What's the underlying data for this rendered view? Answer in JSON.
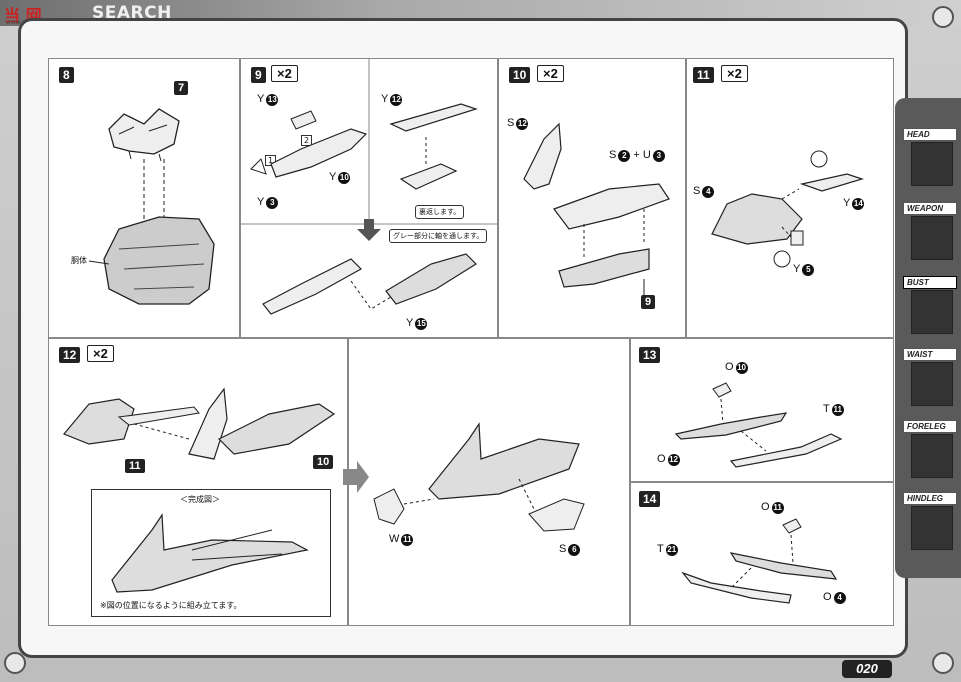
{
  "header": {
    "site_logo": "当 网",
    "site_url": "www.zhaoshuo.com",
    "search_word": "SEARCH"
  },
  "steps": {
    "s8": {
      "num": "8",
      "parts": {
        "p7": "7"
      },
      "body_label": "胴体"
    },
    "s9": {
      "num": "9",
      "times": "×2",
      "labels": {
        "y13": "Y",
        "y13n": "13",
        "y10": "Y",
        "y10n": "10",
        "y3": "Y",
        "y3n": "3",
        "y12": "Y",
        "y12n": "12",
        "y15": "Y",
        "y15n": "15",
        "b1": "1",
        "b2": "2"
      },
      "notes": {
        "reverse": "裏返します。",
        "axle": "グレー部分に軸を通します。"
      }
    },
    "s10": {
      "num": "10",
      "times": "×2",
      "parts": {
        "p9": "9"
      },
      "labels": {
        "s12": "S",
        "s12n": "12",
        "s2u3": "S",
        "s2n": "2",
        "plus": "+",
        "u": "U",
        "u3n": "3"
      }
    },
    "s11": {
      "num": "11",
      "times": "×2",
      "labels": {
        "s4": "S",
        "s4n": "4",
        "y14": "Y",
        "y14n": "14",
        "y5": "Y",
        "y5n": "5"
      }
    },
    "s12": {
      "num": "12",
      "times": "×2",
      "parts": {
        "p11": "11",
        "p10": "10"
      },
      "labels": {
        "w11": "W",
        "w11n": "11",
        "s6": "S",
        "s6n": "6"
      },
      "complete_title": "＜完成図＞",
      "complete_note": "※図の位置になるように組み立てます。"
    },
    "s13": {
      "num": "13",
      "labels": {
        "o10": "O",
        "o10n": "10",
        "t11": "T",
        "t11n": "11",
        "o12": "O",
        "o12n": "12"
      }
    },
    "s14": {
      "num": "14",
      "labels": {
        "o11": "O",
        "o11n": "11",
        "t21": "T",
        "t21n": "21",
        "o4": "O",
        "o4n": "4"
      }
    }
  },
  "side_tabs": [
    {
      "label": "HEAD"
    },
    {
      "label": "WEAPON"
    },
    {
      "label": "BUST"
    },
    {
      "label": "WAIST"
    },
    {
      "label": "FORELEG"
    },
    {
      "label": "HINDLEG"
    }
  ],
  "page_number": "020"
}
